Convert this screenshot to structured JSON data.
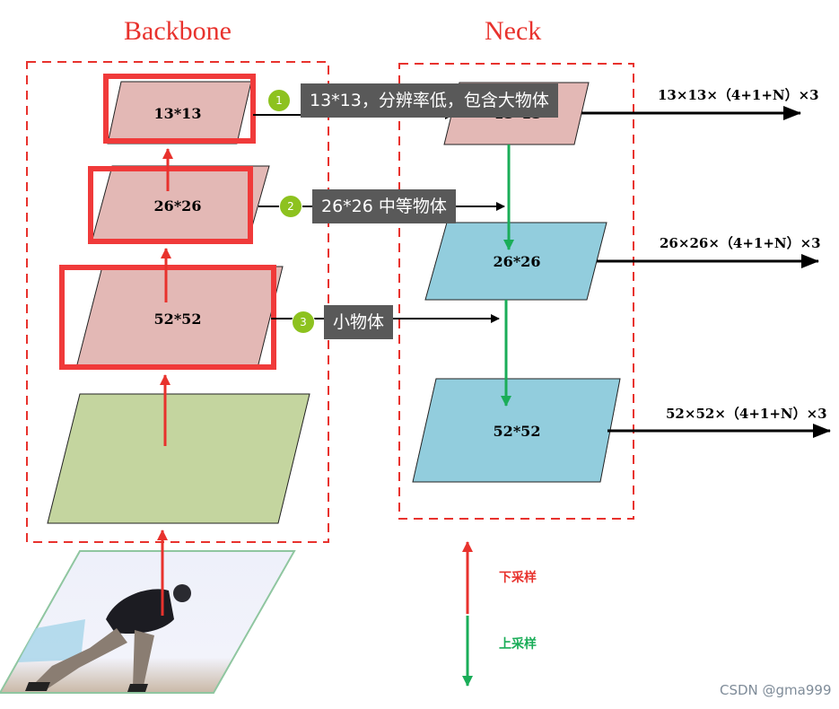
{
  "diagram": {
    "backbone_title": "Backbone",
    "neck_title": "Neck",
    "backbone_layers": [
      "13*13",
      "26*26",
      "52*52"
    ],
    "neck_layers": [
      "13*13",
      "26*26",
      "52*52"
    ],
    "outputs": [
      "13×13×（4+1+N）×3",
      "26×26×（4+1+N）×3",
      "52×52×（4+1+N）×3"
    ],
    "legend": {
      "down": "下采样",
      "up": "上采样"
    },
    "callouts": [
      {
        "num": "1",
        "text": "13*13，分辨率低，包含大物体"
      },
      {
        "num": "2",
        "text": "26*26 中等物体"
      },
      {
        "num": "3",
        "text": "小物体"
      }
    ],
    "watermark": "CSDN @gma999",
    "colors": {
      "red": "#e8322d",
      "green": "#1aad58",
      "pink": "#e3b8b5",
      "blue": "#92cddd",
      "olive": "#c4d59f"
    }
  }
}
